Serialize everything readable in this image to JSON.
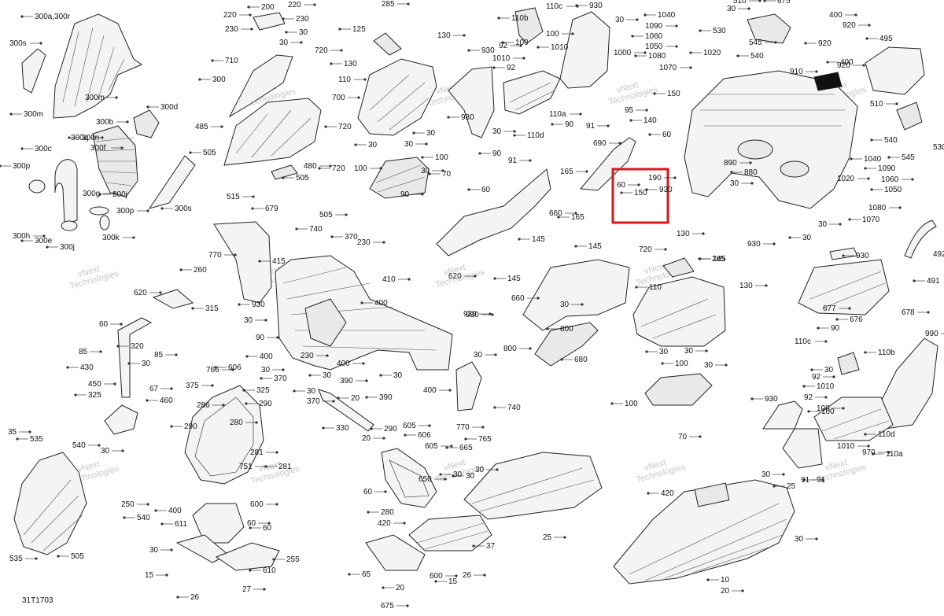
{
  "diagram": {
    "drawing_code": "31T1703",
    "highlight_labels": [
      "190",
      "150",
      "60"
    ],
    "watermark_lines": [
      "vNext",
      "Technologies"
    ],
    "watermark_single": "vNext Technologies",
    "callouts": [
      "300a,300r",
      "300s",
      "300m",
      "300m",
      "300d",
      "300b",
      "300c",
      "300q",
      "300n",
      "300f",
      "300p",
      "300g",
      "300j",
      "300p",
      "300e",
      "300h",
      "300j",
      "300k",
      "300s",
      "220",
      "200",
      "220",
      "230",
      "230",
      "30",
      "30",
      "710",
      "720",
      "300",
      "700",
      "720",
      "485",
      "505",
      "480",
      "505",
      "515",
      "720",
      "285",
      "125",
      "130",
      "130",
      "110",
      "30",
      "100",
      "30",
      "30",
      "100",
      "30",
      "70",
      "90",
      "110b",
      "110c",
      "930",
      "30",
      "100",
      "100",
      "92",
      "1010",
      "1010",
      "92",
      "930",
      "1000",
      "980",
      "110a",
      "110d",
      "30",
      "90",
      "91",
      "90",
      "91",
      "1040",
      "1090",
      "1060",
      "1050",
      "1080",
      "1070",
      "1020",
      "95",
      "140",
      "690",
      "60",
      "165",
      "165",
      "190",
      "150",
      "60",
      "930",
      "510",
      "675",
      "30",
      "530",
      "545",
      "540",
      "400",
      "920",
      "920",
      "400",
      "920",
      "495",
      "910",
      "150",
      "510",
      "540",
      "890",
      "880",
      "30",
      "545",
      "530",
      "30",
      "930",
      "1040",
      "1020",
      "1090",
      "1060",
      "1050",
      "1080",
      "1070",
      "30",
      "930",
      "492",
      "491",
      "677",
      "676",
      "678",
      "679",
      "770",
      "740",
      "505",
      "370",
      "230",
      "415",
      "410",
      "400",
      "930",
      "930",
      "30",
      "260",
      "620",
      "315",
      "60",
      "320",
      "85",
      "30",
      "85",
      "430",
      "450",
      "325",
      "67",
      "460",
      "30",
      "60",
      "660",
      "145",
      "720",
      "145",
      "620",
      "145",
      "660",
      "145",
      "130",
      "285",
      "130",
      "110",
      "30",
      "800",
      "800",
      "680",
      "930",
      "30",
      "30",
      "100",
      "30",
      "100",
      "70",
      "90",
      "110c",
      "110b",
      "990",
      "30",
      "92",
      "1010",
      "100",
      "100",
      "92",
      "930",
      "970",
      "110a",
      "1010",
      "110d",
      "91",
      "91",
      "90",
      "400",
      "30",
      "370",
      "230",
      "30",
      "400",
      "30",
      "400",
      "30",
      "390",
      "20",
      "370",
      "390",
      "20",
      "330",
      "30",
      "740",
      "770",
      "765",
      "766",
      "606",
      "375",
      "325",
      "286",
      "290",
      "280",
      "290",
      "281",
      "281",
      "751",
      "290",
      "605",
      "606",
      "605",
      "665",
      "60",
      "280",
      "650",
      "30",
      "30",
      "30",
      "35",
      "535",
      "540",
      "505",
      "250",
      "540",
      "535",
      "400",
      "600",
      "611",
      "60",
      "60",
      "30",
      "255",
      "15",
      "610",
      "27",
      "26",
      "420",
      "65",
      "600",
      "15",
      "26",
      "37",
      "25",
      "20",
      "675",
      "420",
      "30",
      "25",
      "30",
      "10",
      "20",
      "20"
    ]
  }
}
